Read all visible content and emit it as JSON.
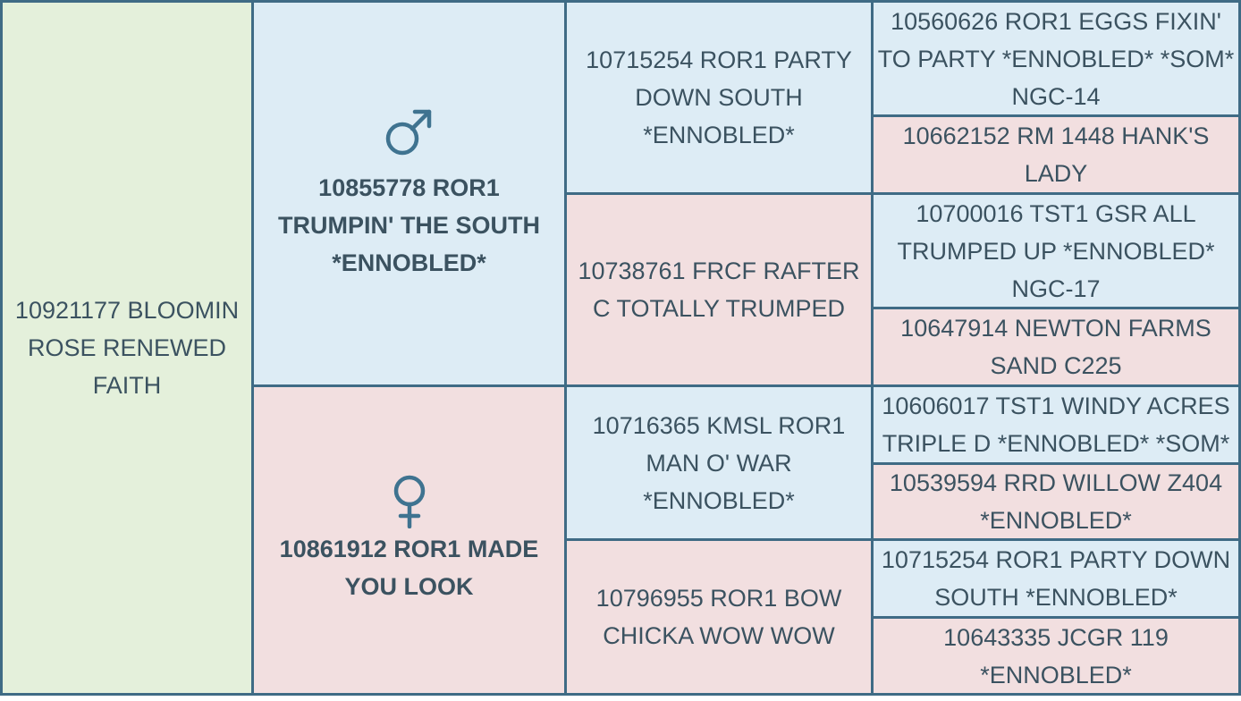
{
  "subject": {
    "name": "10921177 BLOOMIN ROSE RENEWED FAITH"
  },
  "sire": {
    "name": "10855778 ROR1 TRUMPIN' THE SOUTH *ENNOBLED*",
    "symbol_icon": "male-symbol-icon"
  },
  "dam": {
    "name": "10861912 ROR1 MADE YOU LOOK",
    "symbol_icon": "female-symbol-icon"
  },
  "grandparents": [
    {
      "name": "10715254 ROR1 PARTY DOWN SOUTH *ENNOBLED*",
      "sex": "male"
    },
    {
      "name": "10738761 FRCF RAFTER C TOTALLY TRUMPED",
      "sex": "female"
    },
    {
      "name": "10716365 KMSL ROR1 MAN O' WAR *ENNOBLED*",
      "sex": "male"
    },
    {
      "name": "10796955 ROR1 BOW CHICKA WOW WOW",
      "sex": "female"
    }
  ],
  "great_grandparents": [
    {
      "name": "10560626 ROR1 EGGS FIXIN' TO PARTY *ENNOBLED* *SOM* NGC-14",
      "sex": "male"
    },
    {
      "name": "10662152 RM 1448 HANK'S LADY",
      "sex": "female"
    },
    {
      "name": "10700016 TST1 GSR ALL TRUMPED UP *ENNOBLED* NGC-17",
      "sex": "male"
    },
    {
      "name": "10647914 NEWTON FARMS SAND C225",
      "sex": "female"
    },
    {
      "name": "10606017 TST1 WINDY ACRES TRIPLE D *ENNOBLED* *SOM*",
      "sex": "male"
    },
    {
      "name": "10539594 RRD WILLOW Z404 *ENNOBLED*",
      "sex": "female"
    },
    {
      "name": "10715254 ROR1 PARTY DOWN SOUTH *ENNOBLED*",
      "sex": "male"
    },
    {
      "name": "10643335 JCGR 119 *ENNOBLED*",
      "sex": "female"
    }
  ],
  "colors": {
    "border": "#3f6b85",
    "male_bg": "#ddecf5",
    "female_bg": "#f2dfe0",
    "subject_bg": "#e4f0db",
    "symbol": "#3f7390",
    "text": "#3b5260"
  }
}
